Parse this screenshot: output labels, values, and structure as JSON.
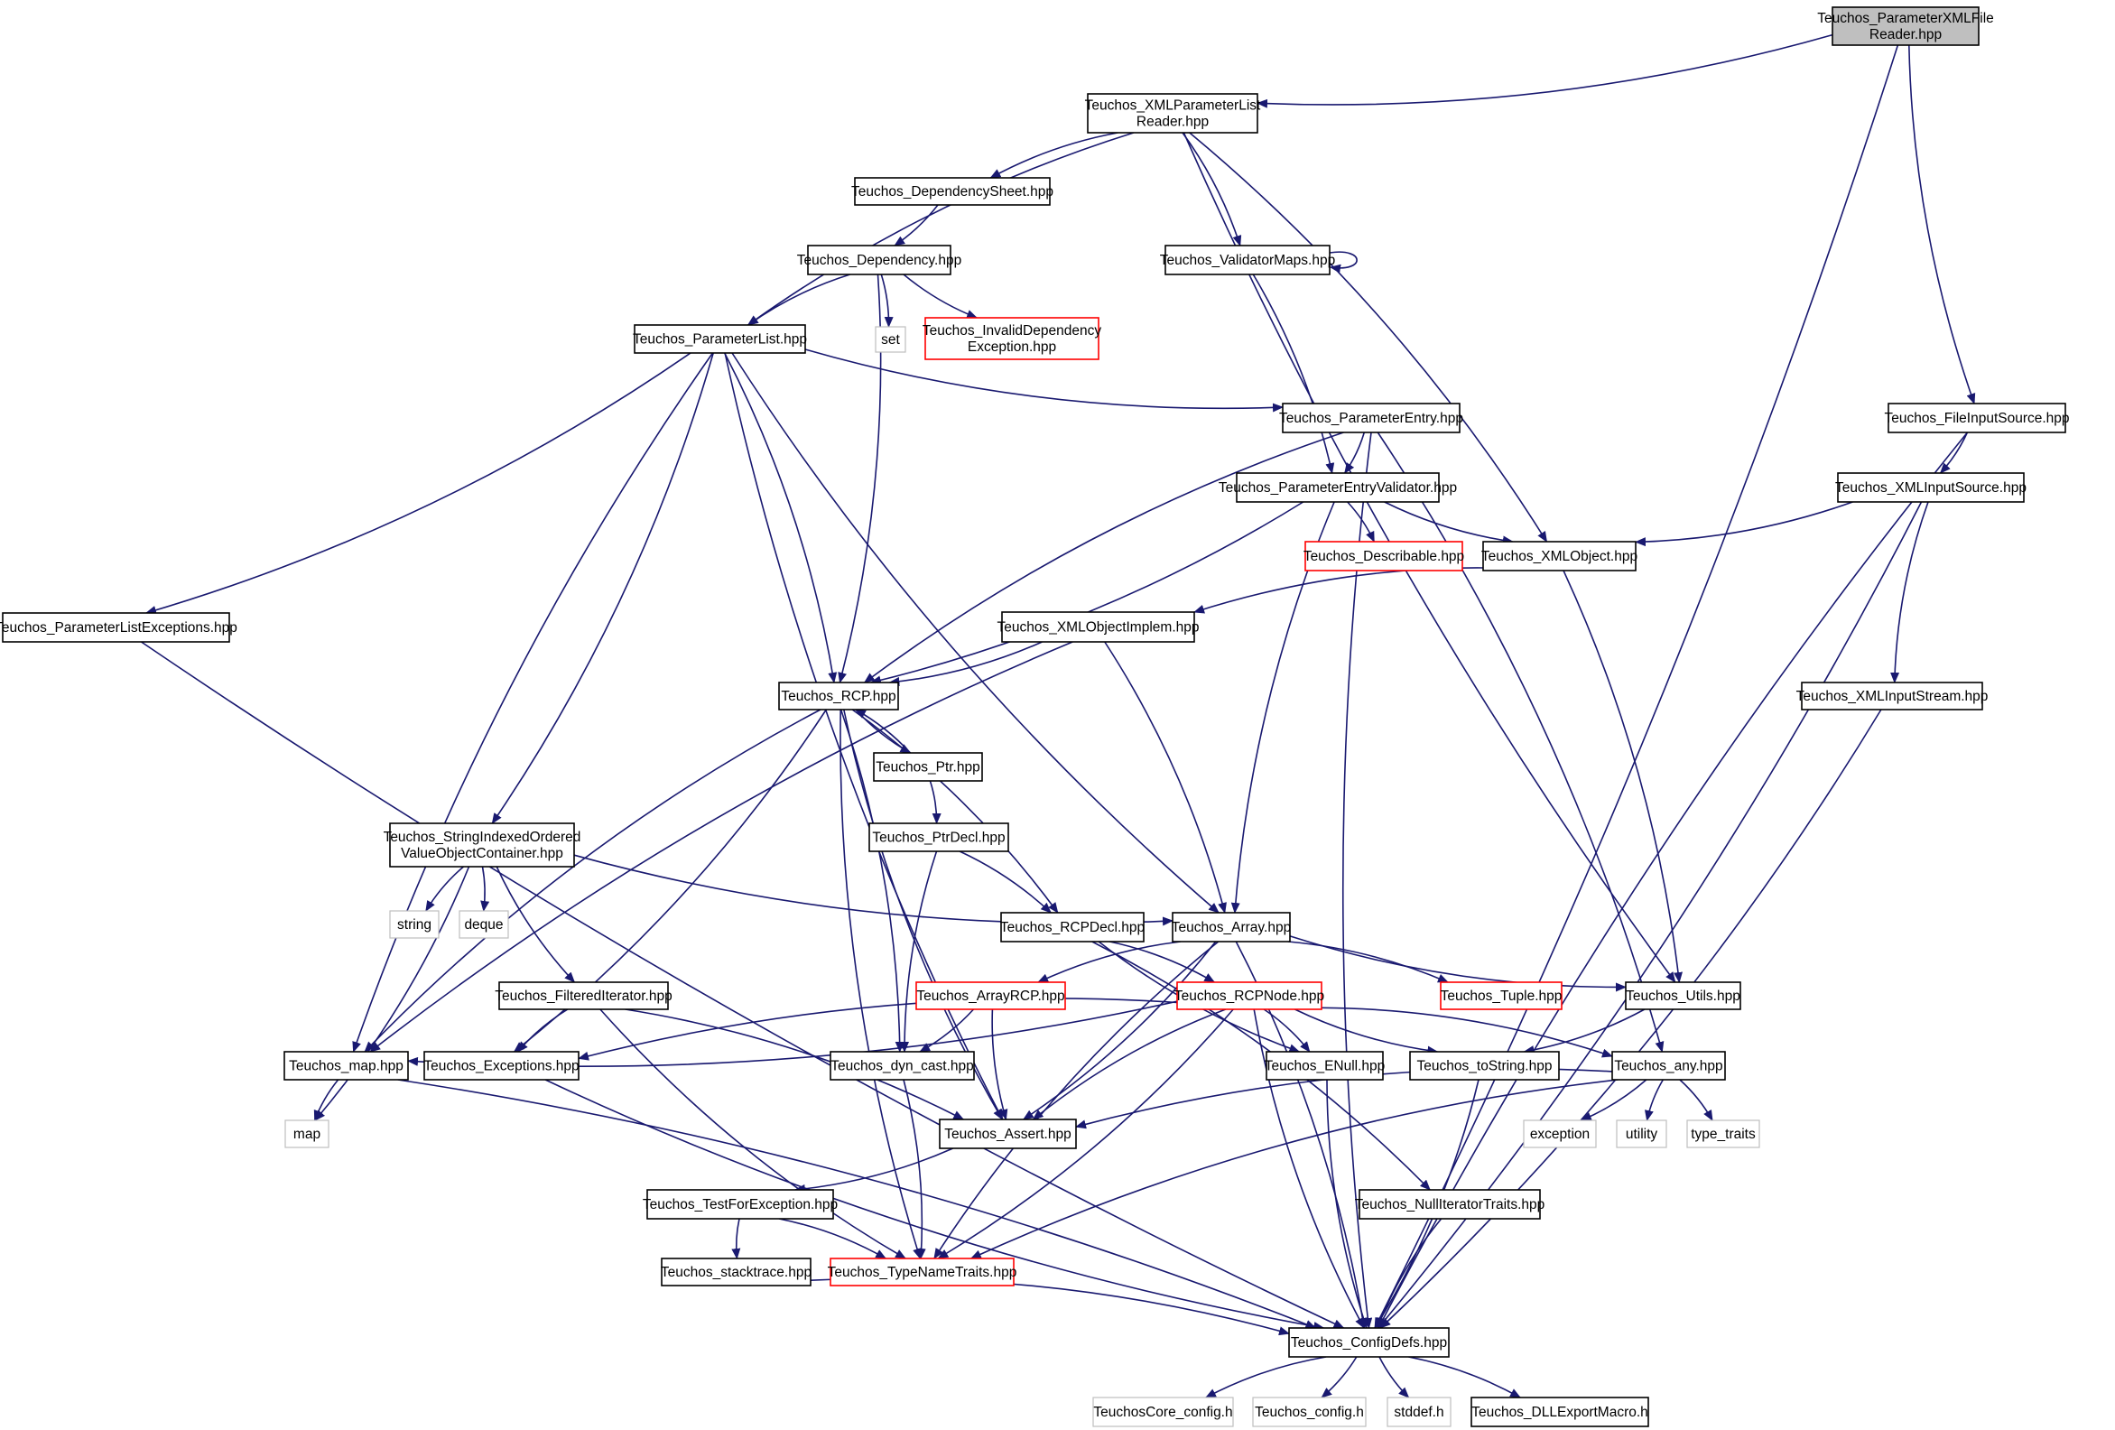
{
  "colors": {
    "edge": "#191970",
    "node_border": "#000000",
    "missing_border": "#bfbfbf",
    "incomplete_border": "#ff0000",
    "root_fill": "#bfbfbf",
    "text": "#000000"
  },
  "nodes": [
    {
      "id": "root",
      "lines": [
        "Teuchos_ParameterXMLFile",
        "Reader.hpp"
      ],
      "style": "root"
    },
    {
      "id": "xmlplr",
      "lines": [
        "Teuchos_XMLParameterList",
        "Reader.hpp"
      ],
      "style": "normal"
    },
    {
      "id": "depsheet",
      "lines": [
        "Teuchos_DependencySheet.hpp"
      ],
      "style": "normal"
    },
    {
      "id": "dep",
      "lines": [
        "Teuchos_Dependency.hpp"
      ],
      "style": "normal"
    },
    {
      "id": "valmaps",
      "lines": [
        "Teuchos_ValidatorMaps.hpp"
      ],
      "style": "normal"
    },
    {
      "id": "set",
      "lines": [
        "set"
      ],
      "style": "missing"
    },
    {
      "id": "invdep",
      "lines": [
        "Teuchos_InvalidDependency",
        "Exception.hpp"
      ],
      "style": "incomplete"
    },
    {
      "id": "plist",
      "lines": [
        "Teuchos_ParameterList.hpp"
      ],
      "style": "normal"
    },
    {
      "id": "pentry",
      "lines": [
        "Teuchos_ParameterEntry.hpp"
      ],
      "style": "normal"
    },
    {
      "id": "fileinput",
      "lines": [
        "Teuchos_FileInputSource.hpp"
      ],
      "style": "normal"
    },
    {
      "id": "pev",
      "lines": [
        "Teuchos_ParameterEntryValidator.hpp"
      ],
      "style": "normal"
    },
    {
      "id": "xmlinputsrc",
      "lines": [
        "Teuchos_XMLInputSource.hpp"
      ],
      "style": "normal"
    },
    {
      "id": "describ",
      "lines": [
        "Teuchos_Describable.hpp"
      ],
      "style": "incomplete"
    },
    {
      "id": "xmlobj",
      "lines": [
        "Teuchos_XMLObject.hpp"
      ],
      "style": "normal"
    },
    {
      "id": "plexc",
      "lines": [
        "Teuchos_ParameterListExceptions.hpp"
      ],
      "style": "normal"
    },
    {
      "id": "xmlobjimpl",
      "lines": [
        "Teuchos_XMLObjectImplem.hpp"
      ],
      "style": "normal"
    },
    {
      "id": "rcp",
      "lines": [
        "Teuchos_RCP.hpp"
      ],
      "style": "normal"
    },
    {
      "id": "xmlinstream",
      "lines": [
        "Teuchos_XMLInputStream.hpp"
      ],
      "style": "normal"
    },
    {
      "id": "ptr",
      "lines": [
        "Teuchos_Ptr.hpp"
      ],
      "style": "normal"
    },
    {
      "id": "sioc",
      "lines": [
        "Teuchos_StringIndexedOrdered",
        "ValueObjectContainer.hpp"
      ],
      "style": "normal"
    },
    {
      "id": "ptrdecl",
      "lines": [
        "Teuchos_PtrDecl.hpp"
      ],
      "style": "normal"
    },
    {
      "id": "string",
      "lines": [
        "string"
      ],
      "style": "missing"
    },
    {
      "id": "deque",
      "lines": [
        "deque"
      ],
      "style": "missing"
    },
    {
      "id": "rcpdecl",
      "lines": [
        "Teuchos_RCPDecl.hpp"
      ],
      "style": "normal"
    },
    {
      "id": "array",
      "lines": [
        "Teuchos_Array.hpp"
      ],
      "style": "normal"
    },
    {
      "id": "filtiter",
      "lines": [
        "Teuchos_FilteredIterator.hpp"
      ],
      "style": "normal"
    },
    {
      "id": "arrayrcp",
      "lines": [
        "Teuchos_ArrayRCP.hpp"
      ],
      "style": "incomplete"
    },
    {
      "id": "rcpnode",
      "lines": [
        "Teuchos_RCPNode.hpp"
      ],
      "style": "incomplete"
    },
    {
      "id": "tuple",
      "lines": [
        "Teuchos_Tuple.hpp"
      ],
      "style": "incomplete"
    },
    {
      "id": "utils",
      "lines": [
        "Teuchos_Utils.hpp"
      ],
      "style": "normal"
    },
    {
      "id": "map",
      "lines": [
        "Teuchos_map.hpp"
      ],
      "style": "normal"
    },
    {
      "id": "exceptions",
      "lines": [
        "Teuchos_Exceptions.hpp"
      ],
      "style": "normal"
    },
    {
      "id": "dyncast",
      "lines": [
        "Teuchos_dyn_cast.hpp"
      ],
      "style": "normal"
    },
    {
      "id": "enull",
      "lines": [
        "Teuchos_ENull.hpp"
      ],
      "style": "normal"
    },
    {
      "id": "tostring",
      "lines": [
        "Teuchos_toString.hpp"
      ],
      "style": "normal"
    },
    {
      "id": "any",
      "lines": [
        "Teuchos_any.hpp"
      ],
      "style": "normal"
    },
    {
      "id": "stdmap",
      "lines": [
        "map"
      ],
      "style": "missing"
    },
    {
      "id": "assert",
      "lines": [
        "Teuchos_Assert.hpp"
      ],
      "style": "normal"
    },
    {
      "id": "exception",
      "lines": [
        "exception"
      ],
      "style": "missing"
    },
    {
      "id": "utility",
      "lines": [
        "utility"
      ],
      "style": "missing"
    },
    {
      "id": "typetraits",
      "lines": [
        "type_traits"
      ],
      "style": "missing"
    },
    {
      "id": "testforexc",
      "lines": [
        "Teuchos_TestForException.hpp"
      ],
      "style": "normal"
    },
    {
      "id": "nulliter",
      "lines": [
        "Teuchos_NullIteratorTraits.hpp"
      ],
      "style": "normal"
    },
    {
      "id": "stacktrace",
      "lines": [
        "Teuchos_stacktrace.hpp"
      ],
      "style": "normal"
    },
    {
      "id": "typename",
      "lines": [
        "Teuchos_TypeNameTraits.hpp"
      ],
      "style": "incomplete"
    },
    {
      "id": "configdefs",
      "lines": [
        "Teuchos_ConfigDefs.hpp"
      ],
      "style": "normal"
    },
    {
      "id": "coreconfig",
      "lines": [
        "TeuchosCore_config.h"
      ],
      "style": "missing"
    },
    {
      "id": "tconfig",
      "lines": [
        "Teuchos_config.h"
      ],
      "style": "missing"
    },
    {
      "id": "stddef",
      "lines": [
        "stddef.h"
      ],
      "style": "missing"
    },
    {
      "id": "dllexport",
      "lines": [
        "Teuchos_DLLExportMacro.h"
      ],
      "style": "normal"
    }
  ],
  "edges": [
    [
      "root",
      "xmlplr"
    ],
    [
      "root",
      "fileinput"
    ],
    [
      "root",
      "configdefs"
    ],
    [
      "xmlplr",
      "depsheet"
    ],
    [
      "xmlplr",
      "valmaps"
    ],
    [
      "xmlplr",
      "plist"
    ],
    [
      "xmlplr",
      "xmlobj"
    ],
    [
      "xmlplr",
      "utils"
    ],
    [
      "depsheet",
      "dep"
    ],
    [
      "dep",
      "plist"
    ],
    [
      "dep",
      "set"
    ],
    [
      "dep",
      "invdep"
    ],
    [
      "dep",
      "rcp"
    ],
    [
      "valmaps",
      "valmaps"
    ],
    [
      "valmaps",
      "pev"
    ],
    [
      "plist",
      "pentry"
    ],
    [
      "plist",
      "plexc"
    ],
    [
      "plist",
      "map"
    ],
    [
      "plist",
      "sioc"
    ],
    [
      "plist",
      "assert"
    ],
    [
      "plist",
      "rcp"
    ],
    [
      "plist",
      "array"
    ],
    [
      "pentry",
      "pev"
    ],
    [
      "pentry",
      "rcp"
    ],
    [
      "pentry",
      "any"
    ],
    [
      "pentry",
      "configdefs"
    ],
    [
      "fileinput",
      "xmlinputsrc"
    ],
    [
      "fileinput",
      "configdefs"
    ],
    [
      "pev",
      "describ"
    ],
    [
      "pev",
      "xmlobj"
    ],
    [
      "pev",
      "rcp"
    ],
    [
      "pev",
      "array"
    ],
    [
      "xmlinputsrc",
      "xmlobj"
    ],
    [
      "xmlinputsrc",
      "xmlinstream"
    ],
    [
      "xmlinputsrc",
      "configdefs"
    ],
    [
      "xmlobj",
      "xmlobjimpl"
    ],
    [
      "xmlobj",
      "utils"
    ],
    [
      "plexc",
      "configdefs"
    ],
    [
      "xmlobjimpl",
      "rcp"
    ],
    [
      "xmlobjimpl",
      "map"
    ],
    [
      "xmlobjimpl",
      "array"
    ],
    [
      "rcp",
      "ptr"
    ],
    [
      "rcp",
      "rcpdecl"
    ],
    [
      "rcp",
      "map"
    ],
    [
      "rcp",
      "exceptions"
    ],
    [
      "rcp",
      "assert"
    ],
    [
      "rcp",
      "dyncast"
    ],
    [
      "rcp",
      "typename"
    ],
    [
      "xmlinstream",
      "configdefs"
    ],
    [
      "ptr",
      "rcp"
    ],
    [
      "ptr",
      "ptrdecl"
    ],
    [
      "sioc",
      "string"
    ],
    [
      "sioc",
      "deque"
    ],
    [
      "sioc",
      "filtiter"
    ],
    [
      "sioc",
      "stdmap"
    ],
    [
      "sioc",
      "array"
    ],
    [
      "ptrdecl",
      "rcpdecl"
    ],
    [
      "ptrdecl",
      "dyncast"
    ],
    [
      "rcpdecl",
      "rcpnode"
    ],
    [
      "rcpdecl",
      "enull"
    ],
    [
      "rcpdecl",
      "nulliter"
    ],
    [
      "array",
      "arrayrcp"
    ],
    [
      "array",
      "tuple"
    ],
    [
      "array",
      "utils"
    ],
    [
      "array",
      "assert"
    ],
    [
      "array",
      "typename"
    ],
    [
      "array",
      "configdefs"
    ],
    [
      "filtiter",
      "exceptions"
    ],
    [
      "filtiter",
      "assert"
    ],
    [
      "filtiter",
      "typename"
    ],
    [
      "arrayrcp",
      "dyncast"
    ],
    [
      "arrayrcp",
      "assert"
    ],
    [
      "rcpnode",
      "map"
    ],
    [
      "rcpnode",
      "exceptions"
    ],
    [
      "rcpnode",
      "enull"
    ],
    [
      "rcpnode",
      "tostring"
    ],
    [
      "rcpnode",
      "any"
    ],
    [
      "rcpnode",
      "assert"
    ],
    [
      "rcpnode",
      "typename"
    ],
    [
      "rcpnode",
      "configdefs"
    ],
    [
      "utils",
      "tostring"
    ],
    [
      "map",
      "stdmap"
    ],
    [
      "map",
      "configdefs"
    ],
    [
      "exceptions",
      "configdefs"
    ],
    [
      "dyncast",
      "typename"
    ],
    [
      "enull",
      "configdefs"
    ],
    [
      "tostring",
      "configdefs"
    ],
    [
      "any",
      "assert"
    ],
    [
      "any",
      "exception"
    ],
    [
      "any",
      "utility"
    ],
    [
      "any",
      "typetraits"
    ],
    [
      "any",
      "typename"
    ],
    [
      "assert",
      "testforexc"
    ],
    [
      "testforexc",
      "stacktrace"
    ],
    [
      "testforexc",
      "typename"
    ],
    [
      "nulliter",
      "configdefs"
    ],
    [
      "stacktrace",
      "configdefs"
    ],
    [
      "configdefs",
      "coreconfig"
    ],
    [
      "configdefs",
      "tconfig"
    ],
    [
      "configdefs",
      "stddef"
    ],
    [
      "configdefs",
      "dllexport"
    ]
  ]
}
